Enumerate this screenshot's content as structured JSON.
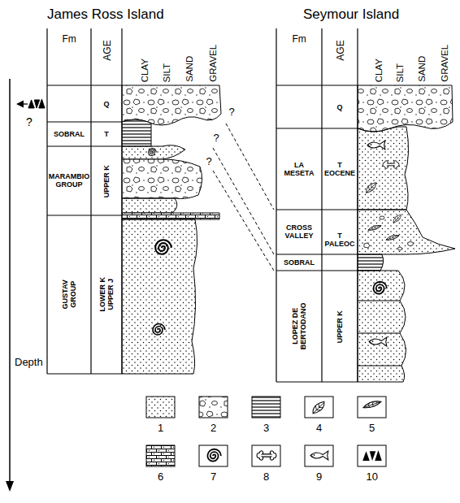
{
  "diagram": {
    "nodes": [
      {
        "text": [
          "Q"
        ]
      },
      {
        "text": [
          "SOBRAL"
        ]
      },
      {
        "text": [
          "T"
        ]
      },
      {
        "text": [
          "MARAMBIO GROUP"
        ]
      },
      {
        "text": [
          "UPPER K"
        ]
      },
      {
        "text": [
          "GUSTAV GROUP"
        ]
      },
      {
        "text": [
          "LOWER K UPPER J"
        ]
      },
      {
        "text": [
          "Q"
        ]
      },
      {
        "text": [
          "LA MESETA"
        ]
      },
      {
        "text": [
          "T EOCENE"
        ]
      },
      {
        "text": [
          "CROSS VALLEY"
        ]
      },
      {
        "text": [
          "T PALEOC"
        ]
      },
      {
        "text": [
          "SOBRAL"
        ]
      },
      {
        "text": [
          "LOPEZ DE BERTODANO"
        ]
      },
      {
        "text": [
          "UPPER K"
        ]
      }
    ],
    "labels": [
      "James Ross Island",
      "Seymour Island",
      "Fm",
      "AGE",
      "CLAY",
      "SILT",
      "SAND",
      "GRAVEL",
      "Fm",
      "AGE",
      "CLAY",
      "SILT",
      "SAND",
      "GRAVEL",
      "?",
      "?",
      "?",
      "?",
      "Depth"
    ],
    "legend": [
      {
        "text": "1"
      },
      {
        "text": "2"
      },
      {
        "text": "3"
      },
      {
        "text": "4"
      },
      {
        "text": "5"
      },
      {
        "text": "6"
      },
      {
        "text": "7"
      },
      {
        "text": "8"
      },
      {
        "text": "9"
      },
      {
        "text": "10"
      }
    ]
  }
}
